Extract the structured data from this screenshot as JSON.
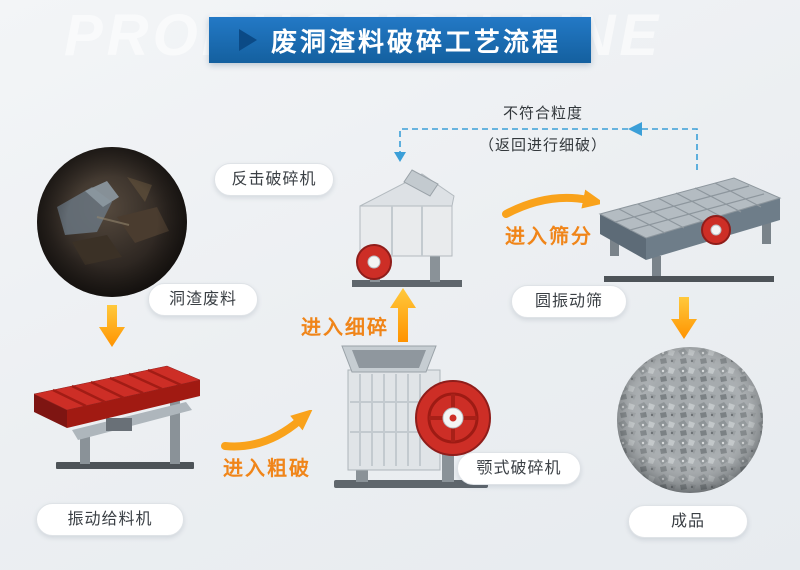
{
  "header": {
    "title": "废洞渣料破碎工艺流程",
    "watermark": "PRODUCTION LINE"
  },
  "nodes": {
    "raw_material": {
      "label": "洞渣废料"
    },
    "feeder": {
      "label": "振动给料机"
    },
    "jaw_crusher": {
      "label": "颚式破碎机"
    },
    "impact_crusher": {
      "label": "反击破碎机"
    },
    "vibrating_screen": {
      "label": "圆振动筛"
    },
    "product": {
      "label": "成品"
    }
  },
  "steps": {
    "coarse_crushing": "进入粗破",
    "fine_crushing": "进入细碎",
    "screening": "进入筛分"
  },
  "recycle": {
    "line1": "不符合粒度",
    "line2": "（返回进行细破）"
  },
  "icons": {
    "play_icon": "play-triangle",
    "flow_arrow_down": "down-arrow",
    "flow_arrow_up": "up-arrow",
    "flow_arrow_curved": "curved-arrow",
    "recycle_arrow": "dashed-return-arrow"
  },
  "colors": {
    "banner_top": "#2379c6",
    "banner_bottom": "#14609f",
    "banner_tri": "#0b4a86",
    "accent_orange": "#f08519",
    "swoosh_orange": "#f9a21b",
    "arrow_yellow_top": "#ffc93c",
    "arrow_yellow_bottom": "#ff9300",
    "machine_red": "#cd2e26",
    "dashed_blue": "#3b9fd8",
    "label_text": "#3a3f44"
  }
}
